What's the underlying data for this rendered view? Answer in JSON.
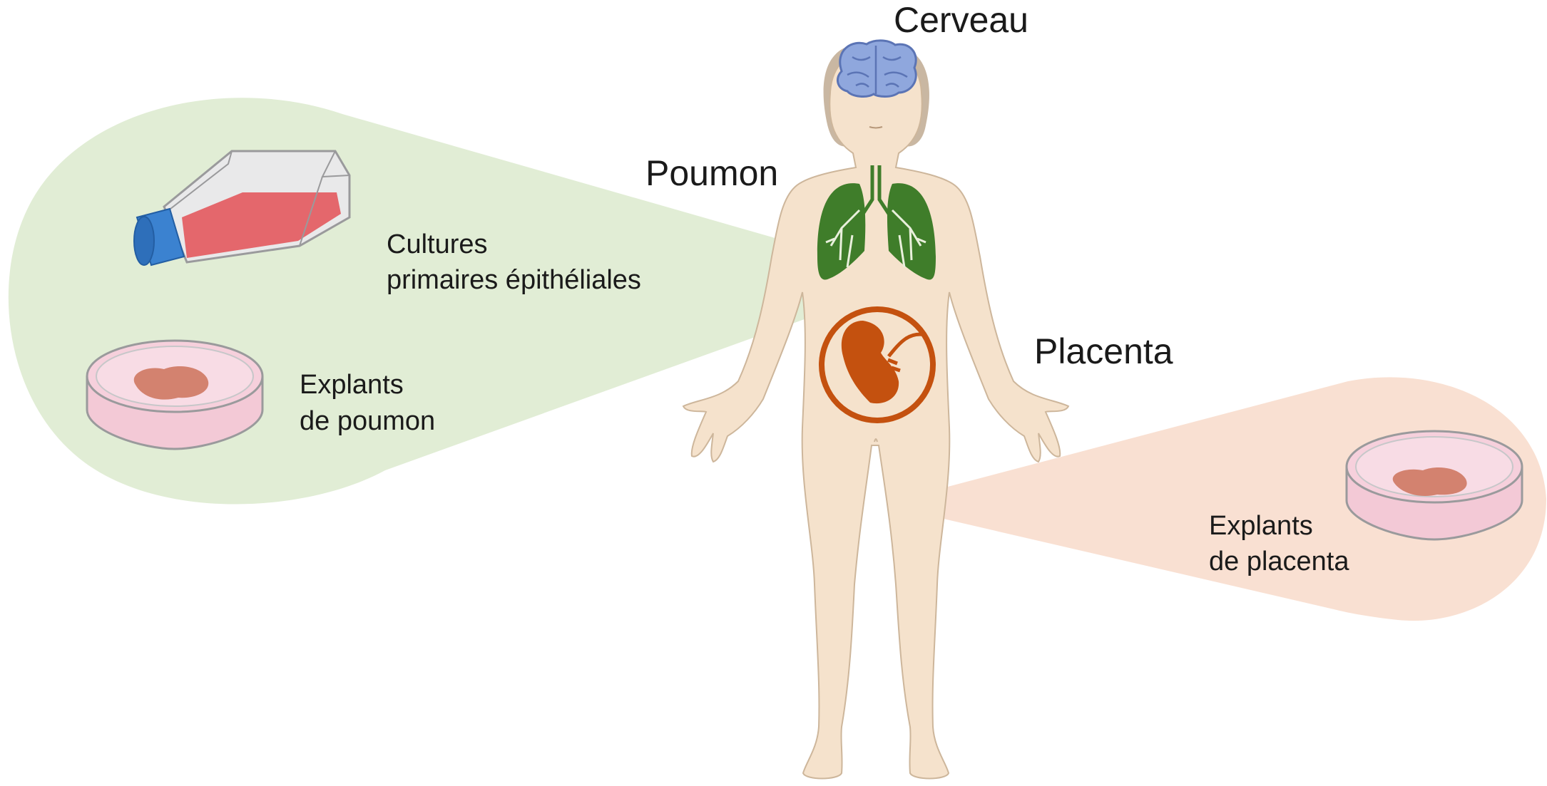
{
  "organs": {
    "brain": "Cerveau",
    "lung": "Poumon",
    "placenta": "Placenta"
  },
  "lung_models": {
    "primary_cultures": {
      "line1": "Cultures",
      "line2": "primaires épithéliales"
    },
    "lung_explants": {
      "line1": "Explants",
      "line2": "de poumon"
    }
  },
  "placenta_models": {
    "placenta_explants": {
      "line1": "Explants",
      "line2": "de placenta"
    }
  },
  "colors": {
    "lung_zone": "#e1edd5",
    "placenta_zone": "#f9e0d2",
    "body_skin": "#f5e2cc",
    "brain": "#8fa7dd",
    "lung": "#3f7d2a",
    "uterus": "#c4510f",
    "flask_medium": "#e4676c",
    "flask_cap": "#3b82d0",
    "dish_medium": "#f6d0dc",
    "tissue": "#d3826f"
  },
  "icons": [
    "brain-icon",
    "lungs-icon",
    "fetus-uterus-icon",
    "culture-flask-icon",
    "petri-dish-icon"
  ]
}
